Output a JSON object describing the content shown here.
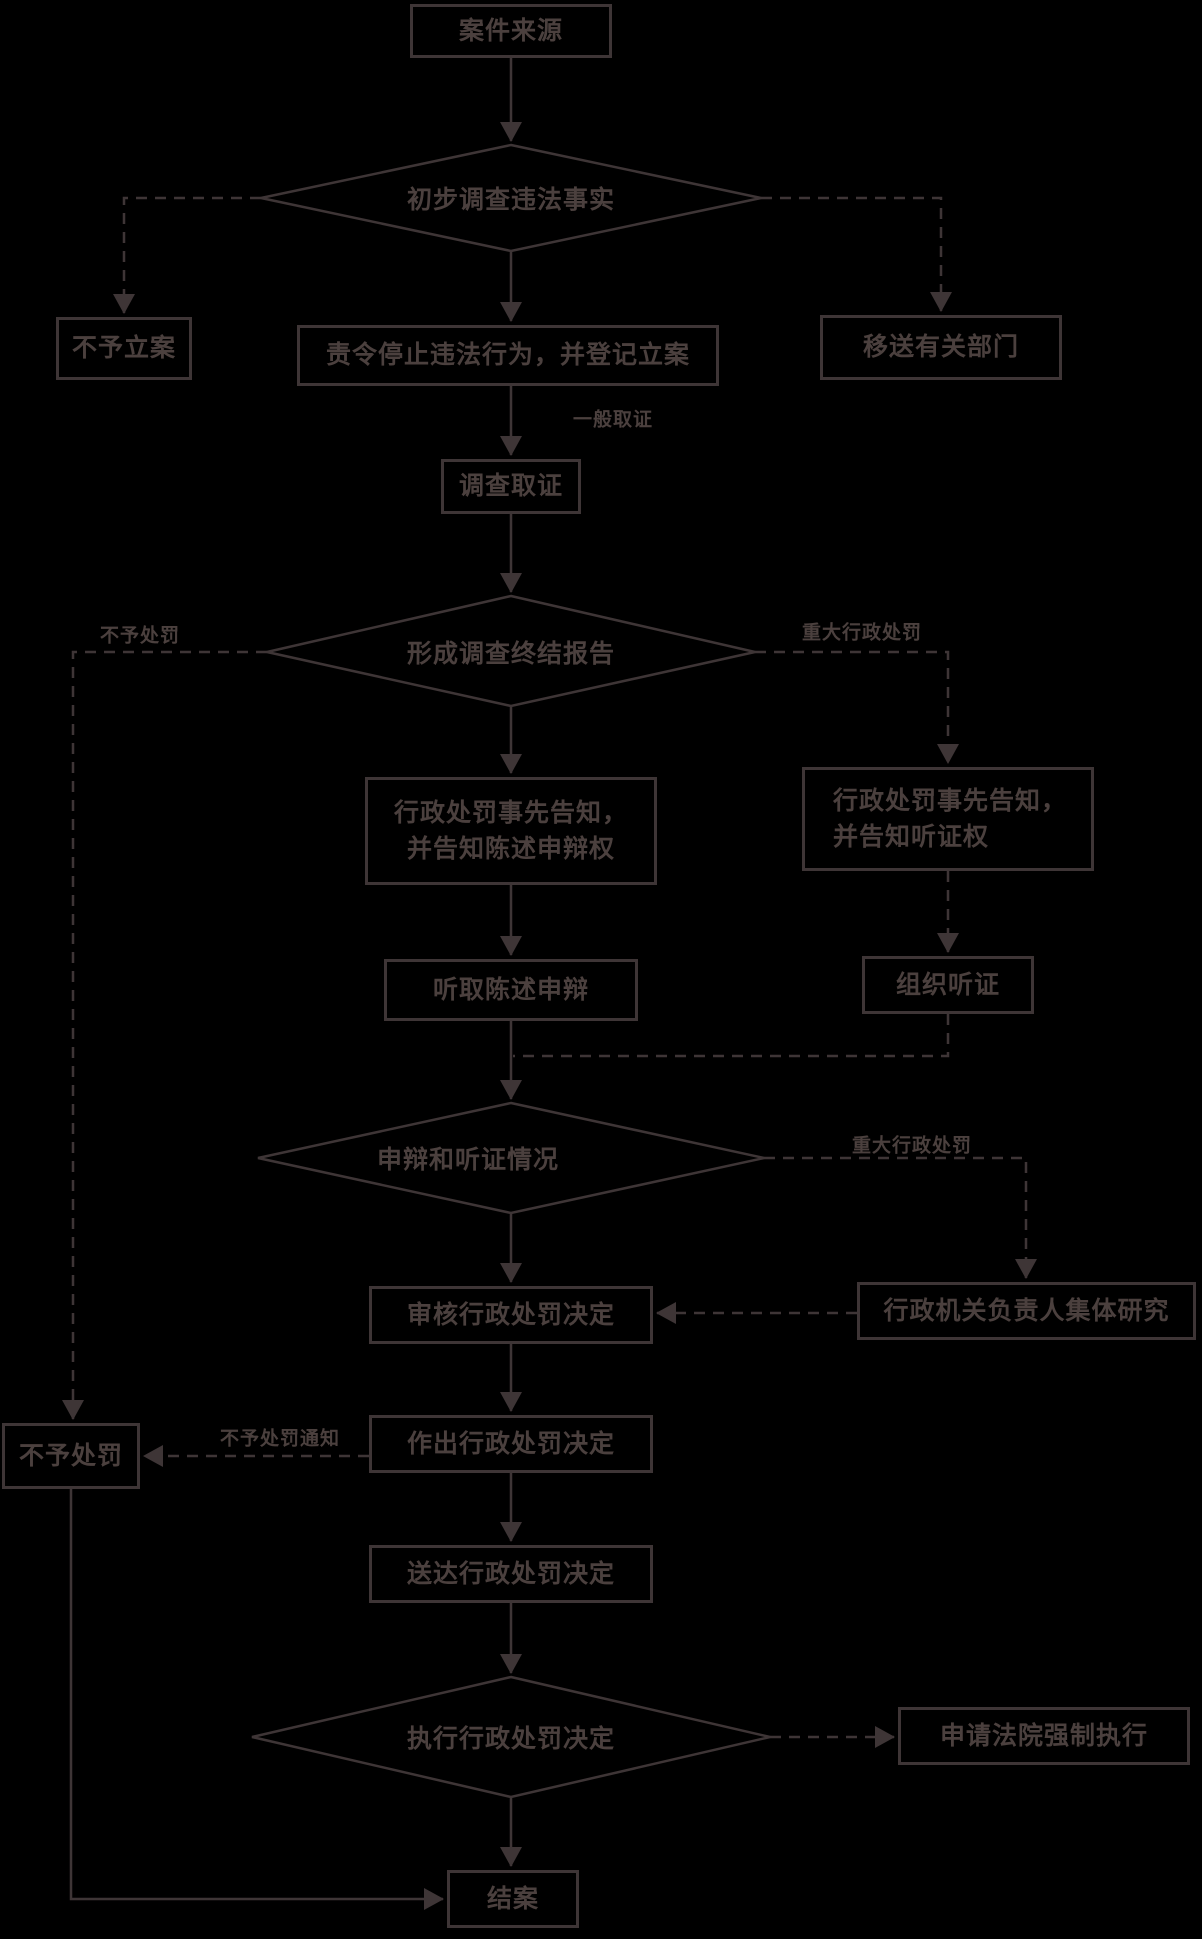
{
  "diagram": {
    "type": "flowchart",
    "background_color": "#000000",
    "line_color": "#3e3536",
    "text_color": "#4b403e"
  },
  "nodes": {
    "source": {
      "label": "案件来源"
    },
    "preliminary": {
      "label": "初步调查违法事实"
    },
    "no_case": {
      "label": "不予立案"
    },
    "order_stop": {
      "label": "责令停止违法行为，并登记立案"
    },
    "transfer": {
      "label": "移送有关部门"
    },
    "evidence": {
      "label": "调查取证"
    },
    "final_report": {
      "label": "形成调查终结报告"
    },
    "notify_statement": {
      "line1": "行政处罚事先告知，",
      "line2": "并告知陈述申辩权"
    },
    "notify_hearing": {
      "line1": "行政处罚事先告知，",
      "line2": "并告知听证权"
    },
    "hear_statement": {
      "label": "听取陈述申辩"
    },
    "organize_hearing": {
      "label": "组织听证"
    },
    "situation": {
      "label": "申辩和听证情况"
    },
    "review": {
      "label": "审核行政处罚决定"
    },
    "collective": {
      "label": "行政机关负责人集体研究"
    },
    "no_penalty": {
      "label": "不予处罚"
    },
    "decide": {
      "label": "作出行政处罚决定"
    },
    "serve": {
      "label": "送达行政处罚决定"
    },
    "execute": {
      "label": "执行行政处罚决定"
    },
    "court": {
      "label": "申请法院强制执行"
    },
    "close_case": {
      "label": "结案"
    }
  },
  "edge_labels": {
    "general_evidence": "一般取证",
    "no_penalty_branch": "不予处罚",
    "major_penalty_top": "重大行政处罚",
    "major_penalty_mid": "重大行政处罚",
    "no_penalty_notice": "不予处罚通知"
  }
}
